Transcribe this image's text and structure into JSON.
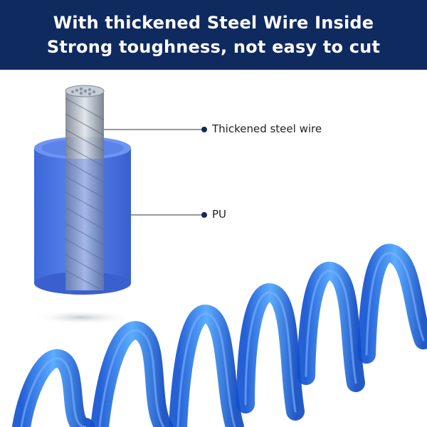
{
  "banner": {
    "line1": "With thickened Steel Wire Inside",
    "line2": "Strong toughness, not easy to cut",
    "background": "#0f2a5f",
    "text_color": "#ffffff"
  },
  "callouts": {
    "steel_wire": "Thickened steel wire",
    "pu": "PU"
  },
  "colors": {
    "pu_blue": "#3f6fe0",
    "coil_blue": "#1d6fe6",
    "steel": "#a9b2bf"
  }
}
